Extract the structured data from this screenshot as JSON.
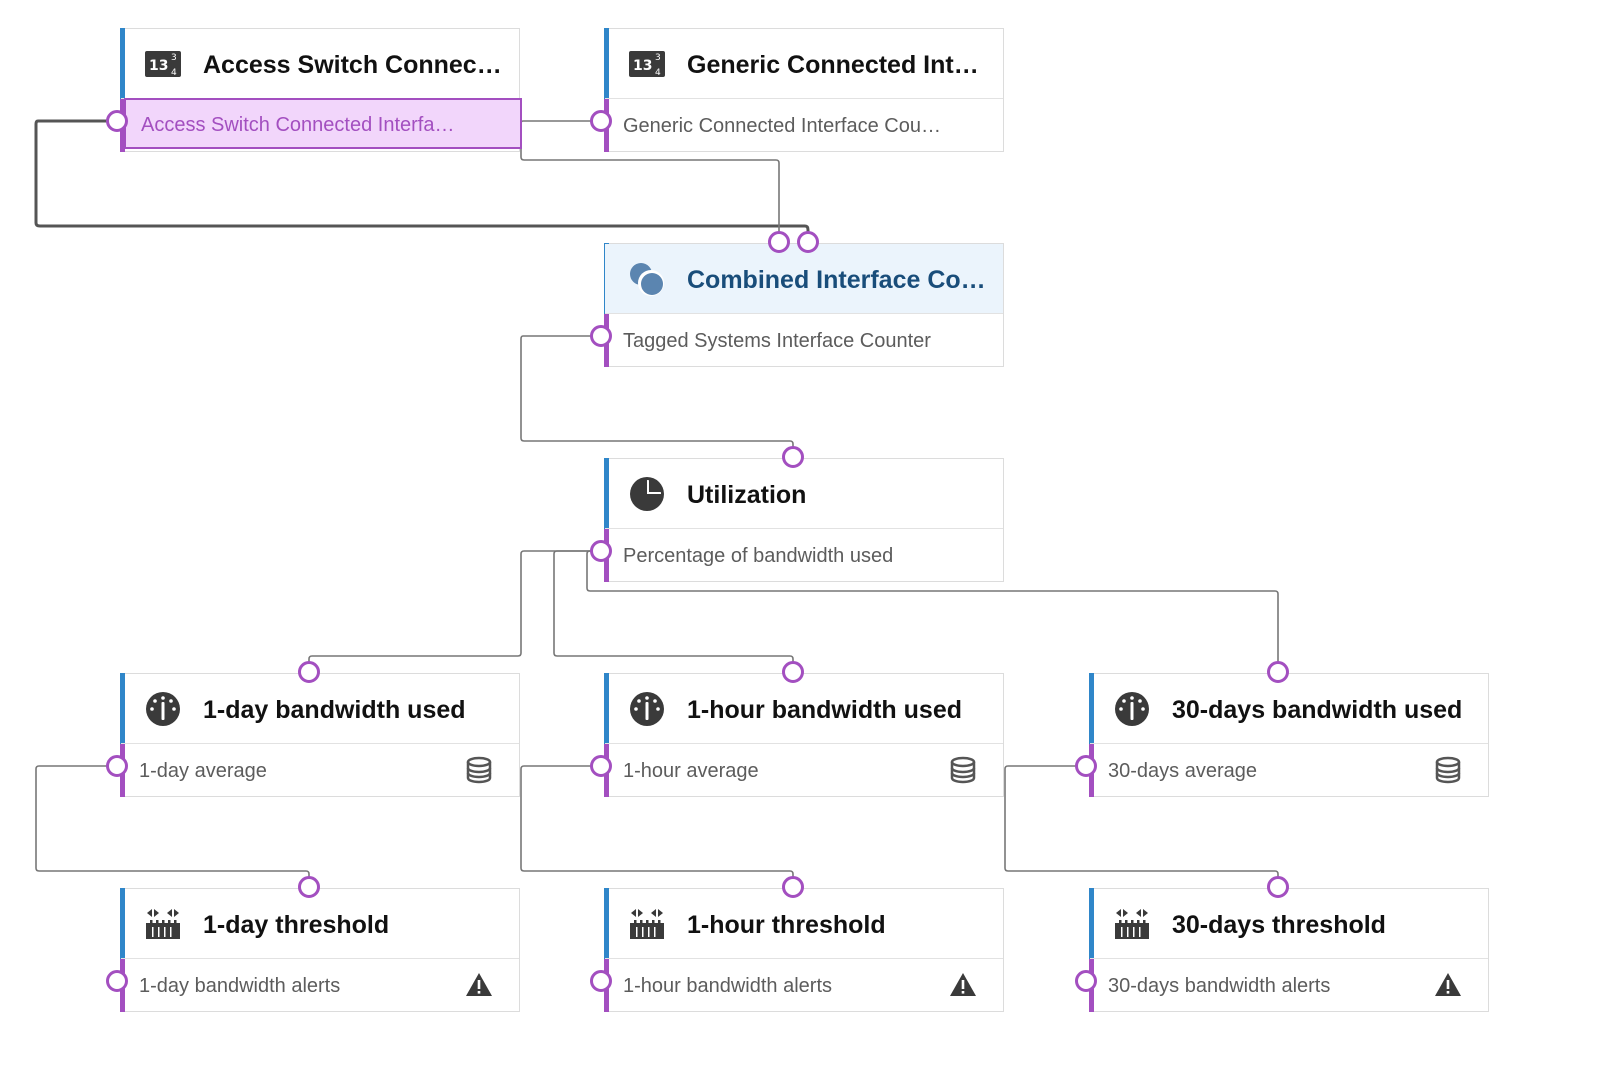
{
  "colors": {
    "accent_blue": "#2f86c9",
    "accent_purple": "#a34fc0",
    "selected_fill": "#f2d6fb",
    "combined_header_fill": "#ebf4fc",
    "wire": "#777777"
  },
  "nodes": [
    {
      "id": "access",
      "title": "Access Switch Connected Interface Counter",
      "output": "Access Switch Connected Interface Counter",
      "icon": "number-grid-icon",
      "selected": true
    },
    {
      "id": "generic",
      "title": "Generic Connected Interface Counter",
      "output": "Generic Connected Interface Counter",
      "icon": "number-grid-icon"
    },
    {
      "id": "combined",
      "title": "Combined Interface Counter",
      "output": "Tagged Systems Interface Counter",
      "icon": "union-circles-icon"
    },
    {
      "id": "utilization",
      "title": "Utilization",
      "output": "Percentage of bandwidth used",
      "icon": "pie-chart-icon"
    },
    {
      "id": "bw1d",
      "title": "1-day bandwidth used",
      "output": "1-day average",
      "icon": "gauge-icon",
      "output_icon": "database-icon"
    },
    {
      "id": "bw1h",
      "title": "1-hour bandwidth used",
      "output": "1-hour average",
      "icon": "gauge-icon",
      "output_icon": "database-icon"
    },
    {
      "id": "bw30d",
      "title": "30-days bandwidth used",
      "output": "30-days average",
      "icon": "gauge-icon",
      "output_icon": "database-icon"
    },
    {
      "id": "th1d",
      "title": "1-day threshold",
      "output": "1-day bandwidth alerts",
      "icon": "threshold-icon",
      "output_icon": "warning-icon"
    },
    {
      "id": "th1h",
      "title": "1-hour threshold",
      "output": "1-hour bandwidth alerts",
      "icon": "threshold-icon",
      "output_icon": "warning-icon"
    },
    {
      "id": "th30d",
      "title": "30-days threshold",
      "output": "30-days bandwidth alerts",
      "icon": "threshold-icon",
      "output_icon": "warning-icon"
    }
  ],
  "edges": [
    {
      "from": "access",
      "to": "combined",
      "to_port": 1,
      "highlighted": true
    },
    {
      "from": "generic",
      "to": "combined",
      "to_port": 0
    },
    {
      "from": "combined",
      "to": "utilization"
    },
    {
      "from": "utilization",
      "to": "bw1d"
    },
    {
      "from": "utilization",
      "to": "bw1h"
    },
    {
      "from": "utilization",
      "to": "bw30d"
    },
    {
      "from": "bw1d",
      "to": "th1d"
    },
    {
      "from": "bw1h",
      "to": "th1h"
    },
    {
      "from": "bw30d",
      "to": "th30d"
    }
  ]
}
